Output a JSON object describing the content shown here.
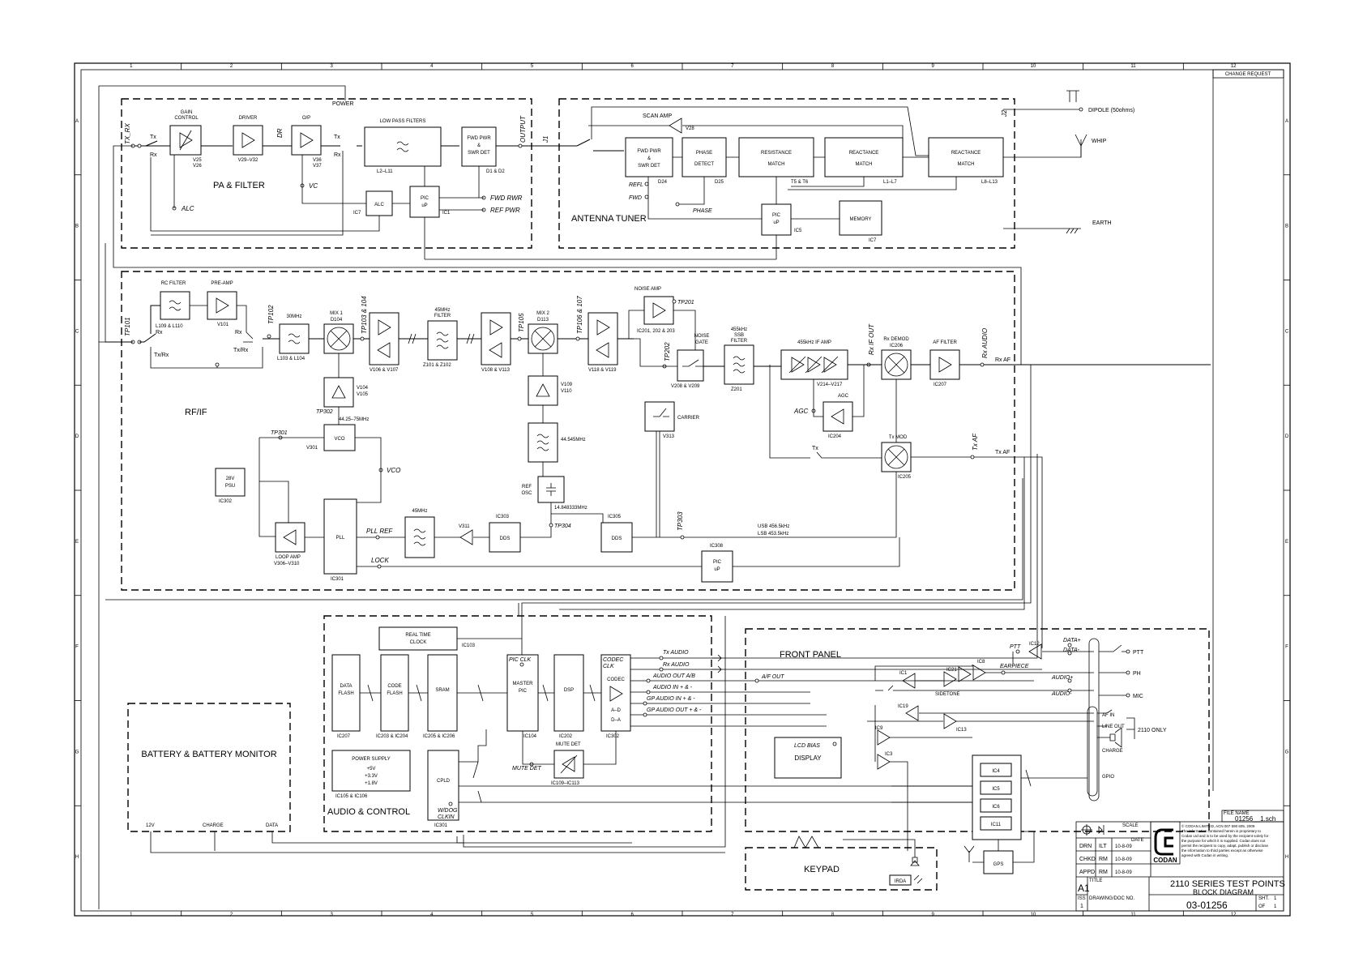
{
  "sheet": {
    "grid_columns": [
      "1",
      "2",
      "3",
      "4",
      "5",
      "6",
      "7",
      "8",
      "9",
      "10",
      "11",
      "12"
    ],
    "grid_rows": [
      "A",
      "B",
      "C",
      "D",
      "E",
      "F",
      "G",
      "H"
    ],
    "change_request": "CHANGE REQUEST"
  },
  "pa": {
    "section": "PA & FILTER",
    "tx_rx": "TX_RX",
    "power": "POWER",
    "gain_control": [
      "GAIN",
      "CONTROL"
    ],
    "gain_parts": [
      "V25",
      "V26"
    ],
    "driver": "DRIVER",
    "driver_parts": "V29–V32",
    "dr": "DR",
    "op": "O/P",
    "op_parts": [
      "V36",
      "V37"
    ],
    "tx": "Tx",
    "rx": "Rx",
    "lpf": "LOW PASS FILTERS",
    "lpf_parts": "L2–L11",
    "fwd_pwr": [
      "FWD PWR",
      "&",
      "SWR DET"
    ],
    "fwd_parts": "D1 & D2",
    "output": "OUTPUT",
    "alc": "ALC",
    "alc_sig": "ALC",
    "vc": "VC",
    "ic7": "IC7",
    "pic": [
      "PIC",
      "uP"
    ],
    "ic1": "IC1",
    "fwd_rwr": "FWD RWR",
    "ref_pwr": "REF PWR"
  },
  "antenna": {
    "section": "ANTENNA TUNER",
    "j1": "J1",
    "j2": "J2",
    "scan_amp": "SCAN AMP",
    "v28": "V28",
    "fwd_pwr": [
      "FWD PWR",
      "&",
      "SWR DET"
    ],
    "d24": "D24",
    "phase": [
      "PHASE",
      "DETECT"
    ],
    "d25": "D25",
    "resistance": [
      "RESISTANCE",
      "MATCH"
    ],
    "t5t6": "T5 & T6",
    "reactance1": [
      "REACTANCE",
      "MATCH"
    ],
    "l1l7": "L1–L7",
    "reactance2": [
      "REACTANCE",
      "MATCH"
    ],
    "l8l13": "L8–L13",
    "refl": "REFL",
    "fwd": "FWD",
    "phase_sig": "PHASE",
    "pic": [
      "PIC",
      "uP"
    ],
    "ic5": "IC5",
    "memory": "MEMORY",
    "ic7": "IC7",
    "dipole": "DIPOLE (50ohms)",
    "whip": "WHIP",
    "earth": "EARTH"
  },
  "rf": {
    "section": "RF/IF",
    "tp101": "TP101",
    "rx": "Rx",
    "txrx": "Tx/Rx",
    "rc_filter": "RC FILTER",
    "rc_parts": "L109 & L110",
    "preamp": "PRE-AMP",
    "v101": "V101",
    "tp102": "TP102",
    "f30": "30MHz",
    "f30_parts": "L103 & L104",
    "mix1": [
      "MIX 1",
      "D104"
    ],
    "tp103": "TP103 & 104",
    "v106": "V106 & V107",
    "f45": [
      "45MHz",
      "FILTER"
    ],
    "z101": "Z101 & Z102",
    "v108": "V108 & V113",
    "tp105": "TP105",
    "mix2": [
      "MIX 2",
      "D113"
    ],
    "tp106": "TP106 & 107",
    "v118": "V118 & V119",
    "noise_amp": "NOISE AMP",
    "tp201": "TP201",
    "ic201": "IC201, 202 & 203",
    "tp202": "TP202",
    "noise_gate": [
      "NOISE",
      "GATE"
    ],
    "v208": "V208 & V209",
    "ssb": [
      "455kHz",
      "SSB",
      "FILTER"
    ],
    "z201": "Z201",
    "if_amp": "455kHz IF AMP",
    "v214": "V214–V217",
    "rx_if_out": "Rx IF OUT",
    "rx_demod": [
      "Rx DEMOD",
      "IC206"
    ],
    "af_filter": "AF FILTER",
    "ic207": "IC207",
    "rx_audio": "Rx AUDIO",
    "rx_af": "Rx AF",
    "v104": [
      "V104",
      "V105"
    ],
    "tp302": "TP302",
    "f4425": "44.25–75MHz",
    "tp301": "TP301",
    "vco": "VCO",
    "v301": "V301",
    "vco_sig": "VCO",
    "v109": [
      "V109",
      "V110"
    ],
    "f44545": "44.545MHz",
    "ref_osc": [
      "REF",
      "OSC"
    ],
    "f14848": "14.848333MHz",
    "carrier": "CARRIER",
    "v313": "V313",
    "agc": "AGC",
    "agc_sig": "AGC",
    "ic204": "IC204",
    "tx": "Tx",
    "tx_mod": "Tx MOD",
    "ic205": "IC205",
    "tx_af_sig": "Tx AF",
    "tx_af": "Tx AF",
    "psu": [
      "28V",
      "PSU"
    ],
    "ic302": "IC302",
    "loop_amp": "LOOP AMP",
    "v306": "V306–V310",
    "pll": "PLL",
    "ic301": "IC301",
    "pll_ref": "PLL REF",
    "lock": "LOCK",
    "f45b": "45MHz",
    "v311": "V311",
    "dds1": "DDS",
    "ic303": "IC303",
    "tp304": "TP304",
    "dds2": "DDS",
    "ic305": "IC305",
    "tp303": "TP303",
    "usb": "USB 456.5kHz",
    "lsb": "LSB 453.5kHz",
    "pic": [
      "PIC",
      "uP"
    ],
    "ic308": "IC308"
  },
  "audio": {
    "section": "AUDIO & CONTROL",
    "rtc": [
      "REAL TIME",
      "CLOCK"
    ],
    "ic103": "IC103",
    "data_flash": [
      "DATA",
      "FLASH"
    ],
    "ic207": "IC207",
    "code_flash": [
      "CODE",
      "FLASH"
    ],
    "ic203": "IC203 & IC204",
    "sram": "SRAM",
    "ic205": "IC205 & IC206",
    "pic_clk": "PIC CLK",
    "master": [
      "MASTER",
      "PIC"
    ],
    "ic104": "IC104",
    "dsp": "DSP",
    "ic202": "IC202",
    "codec_clk": [
      "CODEC",
      "CLK"
    ],
    "codec": "CODEC",
    "ad": "A–D",
    "da": "D–A",
    "ic302": "IC302",
    "tx_audio": "Tx AUDIO",
    "rx_audio": "Rx AUDIO",
    "audio_out": "AUDIO OUT A/B",
    "audio_in": "AUDIO IN + & -",
    "gp_in": "GP AUDIO IN + & -",
    "gp_out": "GP AUDIO OUT + & -",
    "psu": "POWER SUPPLY",
    "psu_v": [
      "+5V",
      "+3.3V",
      "+1.8V"
    ],
    "ic105": "IC105 & IC106",
    "cpld": "CPLD",
    "wdog": [
      "W/DOG",
      "CLKIN"
    ],
    "ic301": "IC301",
    "mute_det": "MUTE DET",
    "mute_det_sig": "MUTE DET",
    "ic109": "IC109–IC113"
  },
  "battery": {
    "section": "BATTERY & BATTERY MONITOR",
    "v12": "12V",
    "charge": "CHARGE",
    "data": "DATA"
  },
  "front": {
    "section": "FRONT PANEL",
    "af_out": "A/F OUT",
    "ptt_sig": "PTT",
    "ic12": "IC12",
    "data_p": "DATA+",
    "data_m": "DATA-",
    "ptt": "PTT",
    "ic8": "IC8",
    "ic1": "IC1",
    "ic21": "IC21",
    "earpiece": "EARPIECE",
    "audio_p": "AUDIO+",
    "audio_m": "AUDIO-",
    "sidetone": "SIDETONE",
    "ph": "PH",
    "mic": "MIC",
    "ic19": "IC19",
    "ic13": "IC13",
    "ic9": "IC9",
    "ic3": "IC3",
    "af_in": "AF IN",
    "line_out": "LINE OUT",
    "charge": "CHARGE",
    "only": "2110 ONLY",
    "gpio": "GPIO",
    "lcd_bias": "LCD BIAS",
    "display": "DISPLAY",
    "ics": [
      "IC4",
      "IC5",
      "IC6",
      "IC11"
    ],
    "gps": "GPS",
    "keypad": "KEYPAD",
    "irda": "IRDA"
  },
  "title": {
    "file_label": "FILE NAME",
    "file": "01256__1.sch",
    "scale": "SCALE",
    "date_label": "DATE",
    "drn": "DRN",
    "chkd": "CHKD",
    "appd": "APPD",
    "drn_init": "ILT",
    "chkd_init": "RM",
    "appd_init": "RM",
    "date": "10-8-09",
    "brand": "CODAN",
    "copyright": [
      "© CODAN LIMITED, ACN 007 590 605, 2009",
      "The information contained herein is proprietary to",
      "Codan Ltd and is to be used by the recipient solely for",
      "the purpose for which it is supplied. Codan does not",
      "permit the recipient to copy, adapt, publish or disclose",
      "the information to third parties except as otherwise",
      "agreed with Codan in writing."
    ],
    "size": "A1",
    "title_label": "TITLE",
    "title1": "2110 SERIES  TEST POINTS",
    "title2": "BLOCK DIAGRAM",
    "iss_label": "ISS",
    "iss": "1",
    "drawing_label": "DRAWING/DOC NO.",
    "drawing_no": "03-01256",
    "sht": "SHT.",
    "sht_no": "1",
    "of": "OF",
    "of_no": "1"
  }
}
